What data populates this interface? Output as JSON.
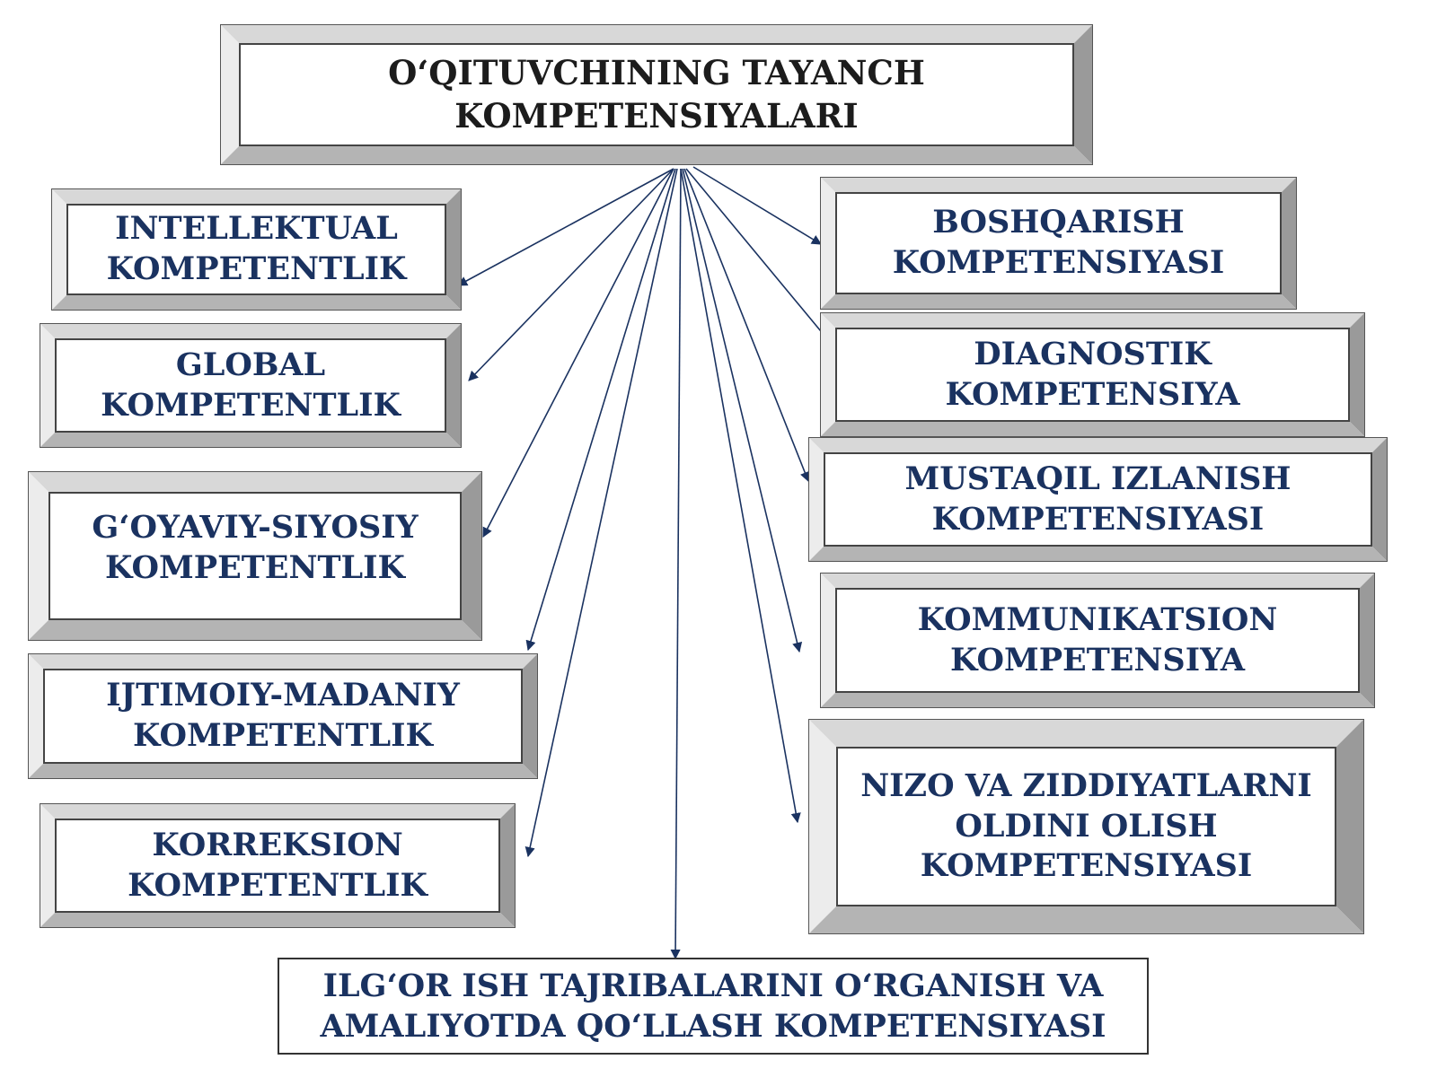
{
  "colors": {
    "text_main": "#1c1c1c",
    "text_accent": "#1a3260",
    "arrow": "#1a3260",
    "bevel_dark": "#9a9a9a",
    "bevel_light": "#d8d8d8"
  },
  "title": {
    "lines": [
      "O‘QITUVCHINING TAYANCH",
      "KOMPETENSIYALARI"
    ]
  },
  "left_boxes": [
    {
      "lines": [
        "INTELLEKTUAL",
        "KOMPETENTLIK"
      ]
    },
    {
      "lines": [
        "GLOBAL",
        "KOMPETENTLIK"
      ]
    },
    {
      "lines": [
        "G‘OYAVIY-SIYOSIY",
        "KOMPETENTLIK"
      ]
    },
    {
      "lines": [
        "IJTIMOIY-MADANIY",
        "KOMPETENTLIK"
      ]
    },
    {
      "lines": [
        "KORREKSION",
        "KOMPETENTLIK"
      ]
    }
  ],
  "right_boxes": [
    {
      "lines": [
        "BOSHQARISH",
        "KOMPETENSIYASI"
      ]
    },
    {
      "lines": [
        "DIAGNOSTIK",
        "KOMPETENSIYA"
      ]
    },
    {
      "lines": [
        "MUSTAQIL IZLANISH",
        "KOMPETENSIYASI"
      ]
    },
    {
      "lines": [
        "KOMMUNIKATSION",
        "KOMPETENSIYA"
      ]
    },
    {
      "lines": [
        "NIZO VA ZIDDIYATLARNI",
        "OLDINI OLISH",
        "KOMPETENSIYASI"
      ]
    }
  ],
  "bottom_box": {
    "lines": [
      "ILG‘OR ISH TAJRIBALARINI O‘RGANISH VA",
      "AMALIYOTDA QO‘LLASH KOMPETENSIYASI"
    ]
  }
}
